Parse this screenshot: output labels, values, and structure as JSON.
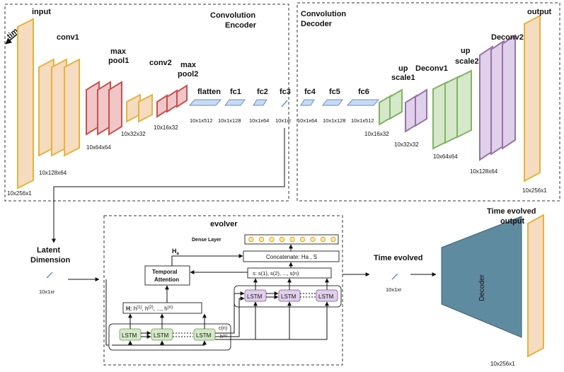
{
  "encoder": {
    "title_1": "Convolution",
    "title_2": "Encoder",
    "time_label": "time",
    "input_label": "input",
    "conv1_label": "conv1",
    "maxpool1_label_1": "max",
    "maxpool1_label_2": "pool1",
    "conv2_label": "conv2",
    "maxpool2_label_1": "max",
    "maxpool2_label_2": "pool2",
    "flatten_label": "flatten",
    "fc1_label": "fc1",
    "fc2_label": "fc2",
    "fc3_label": "fc3",
    "dim_input": "10x256x1",
    "dim_conv1": "10x128x64",
    "dim_pool1": "10x64x64",
    "dim_conv2": "10x32x32",
    "dim_pool2": "10x16x32",
    "dim_flatten": "10x1x512",
    "dim_fc1": "10x1x128",
    "dim_fc2": "10x1x64",
    "dim_fc3": "10x1xr"
  },
  "decoder": {
    "title_1": "Convolution",
    "title_2": "Decoder",
    "fc4_label": "fc4",
    "fc5_label": "fc5",
    "fc6_label": "fc6",
    "up1_label_1": "up",
    "up1_label_2": "scale1",
    "deconv1_label": "Deconv1",
    "up2_label_1": "up",
    "up2_label_2": "scale2",
    "deconv2_label": "Deconv2",
    "output_label": "output",
    "dim_fc4": "10x1x64",
    "dim_fc5": "10x1x128",
    "dim_fc6": "10x1x512",
    "dim_up1": "10x16x32",
    "dim_deconv1": "10x32x32",
    "dim_up2": "10x64x64",
    "dim_deconv2": "10x128x64",
    "dim_output": "10x256x1"
  },
  "evolver": {
    "title": "evolver",
    "dense_layer": "Dense Layer",
    "concat": "Concatenate: Ha , S",
    "ha_main": "H",
    "ha_sub": "a",
    "temporal_1": "Temporal",
    "temporal_2": "Attention",
    "s_seq": "s: s(1), s(2), ..., s(n)",
    "h_prefix": "H:",
    "h_base": "h",
    "h1_sup": "(1)",
    "h2_sup": "(2)",
    "hn_sup": "(n)",
    "h_sep": ", ",
    "h_dots": ", ..., ",
    "lstm": "LSTM",
    "cn": "c(n)",
    "hn_base": "h",
    "hn_small_sup": "(n)"
  },
  "latent": {
    "label_1": "Latent",
    "label_2": "Dimension",
    "dim": "10x1xr"
  },
  "time_evolved": {
    "label": "Time evolved",
    "dim": "10x1xr"
  },
  "output_section": {
    "label_1": "Time evolved",
    "label_2": "output",
    "decoder_label": "Decoder",
    "dim": "10x256x1"
  },
  "colors": {
    "orange_fill": "#f5dbbf",
    "orange_stroke": "#e6b33d",
    "red_fill": "#f0c6c6",
    "red_stroke": "#c94f4f",
    "blue_fill": "#c7d9f5",
    "blue_stroke": "#6c8ebf",
    "green_fill": "#d5e8c9",
    "green_stroke": "#82b366",
    "purple_fill": "#e0d0ec",
    "purple_stroke": "#9673a6",
    "decoder_fill": "#5f8ba0",
    "dense_dot_fill": "#ffe6a8",
    "dense_dot_stroke": "#d79b00"
  }
}
